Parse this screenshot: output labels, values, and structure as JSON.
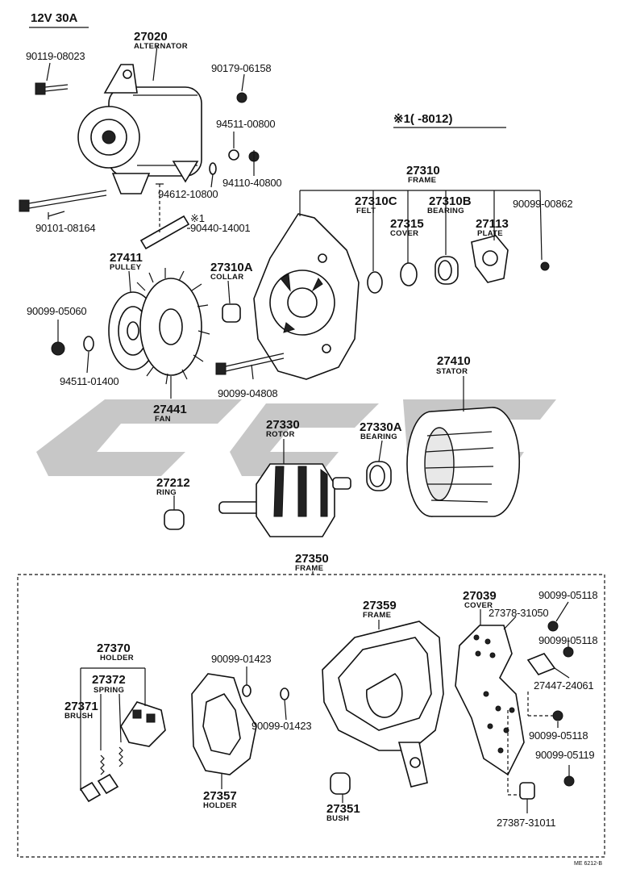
{
  "header": {
    "spec": "12V  30A",
    "note": "※1(        -8012)"
  },
  "labels": [
    {
      "id": "p27020",
      "num": "27020",
      "name": "ALTERNATOR"
    },
    {
      "id": "p90119_08023",
      "num": "90119-08023",
      "name": ""
    },
    {
      "id": "p90179_06158",
      "num": "90179-06158",
      "name": ""
    },
    {
      "id": "p94511_00800",
      "num": "94511-00800",
      "name": ""
    },
    {
      "id": "p94110_40800",
      "num": "94110-40800",
      "name": ""
    },
    {
      "id": "p94612_10800",
      "num": "94612-10800",
      "name": ""
    },
    {
      "id": "p90101_08164",
      "num": "90101-08164",
      "name": ""
    },
    {
      "id": "p90440_14001",
      "num": "※1\n90440-14001",
      "name": ""
    },
    {
      "id": "p27310",
      "num": "27310",
      "name": "FRAME"
    },
    {
      "id": "p27310C",
      "num": "27310C",
      "name": "FELT"
    },
    {
      "id": "p27310B",
      "num": "27310B",
      "name": "BEARING"
    },
    {
      "id": "p27315",
      "num": "27315",
      "name": "COVER"
    },
    {
      "id": "p27113",
      "num": "27113",
      "name": "PLATE"
    },
    {
      "id": "p90099_00862",
      "num": "90099-00862",
      "name": ""
    },
    {
      "id": "p27411",
      "num": "27411",
      "name": "PULLEY"
    },
    {
      "id": "p27310A",
      "num": "27310A",
      "name": "COLLAR"
    },
    {
      "id": "p90099_05060",
      "num": "90099-05060",
      "name": ""
    },
    {
      "id": "p94511_01400",
      "num": "94511-01400",
      "name": ""
    },
    {
      "id": "p27441",
      "num": "27441",
      "name": "FAN"
    },
    {
      "id": "p90099_04808",
      "num": "90099-04808",
      "name": ""
    },
    {
      "id": "p27410",
      "num": "27410",
      "name": "STATOR"
    },
    {
      "id": "p27330",
      "num": "27330",
      "name": "ROTOR"
    },
    {
      "id": "p27330A",
      "num": "27330A",
      "name": "BEARING"
    },
    {
      "id": "p27212",
      "num": "27212",
      "name": "RING"
    },
    {
      "id": "p27350",
      "num": "27350",
      "name": "FRAME"
    },
    {
      "id": "p27359",
      "num": "27359",
      "name": "FRAME"
    },
    {
      "id": "p27039",
      "num": "27039",
      "name": "COVER"
    },
    {
      "id": "p90099_05118a",
      "num": "90099-05118",
      "name": ""
    },
    {
      "id": "p27378_31050",
      "num": "27378-31050",
      "name": ""
    },
    {
      "id": "p90099_05118b",
      "num": "90099-05118",
      "name": ""
    },
    {
      "id": "p27447_24061",
      "num": "27447-24061",
      "name": ""
    },
    {
      "id": "p90099_05118c",
      "num": "90099-05118",
      "name": ""
    },
    {
      "id": "p90099_05119",
      "num": "90099-05119",
      "name": ""
    },
    {
      "id": "p27387_31011",
      "num": "27387-31011",
      "name": ""
    },
    {
      "id": "p27370",
      "num": "27370",
      "name": "HOLDER"
    },
    {
      "id": "p27372",
      "num": "27372",
      "name": "SPRING"
    },
    {
      "id": "p27371",
      "num": "27371",
      "name": "BRUSH"
    },
    {
      "id": "p90099_01423a",
      "num": "90099-01423",
      "name": ""
    },
    {
      "id": "p90099_01423b",
      "num": "90099-01423",
      "name": ""
    },
    {
      "id": "p27357",
      "num": "27357",
      "name": "HOLDER"
    },
    {
      "id": "p27351",
      "num": "27351",
      "name": "BUSH"
    }
  ],
  "footer": {
    "code": "ME 6212-B"
  }
}
